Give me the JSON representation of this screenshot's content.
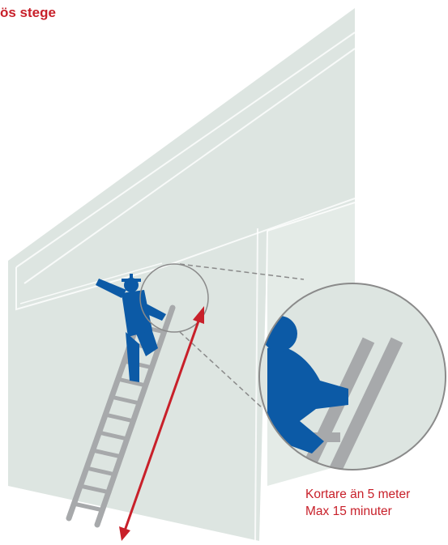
{
  "title": "ös stege",
  "caption": {
    "line1": "Kortare än 5 meter",
    "line2": "Max 15 minuter"
  },
  "colors": {
    "accent": "#c8202a",
    "wall": "#dde5e1",
    "worker": "#0c5aa6",
    "ladder": "#a7a9ab",
    "dashed_line": "#8a8a8a"
  }
}
